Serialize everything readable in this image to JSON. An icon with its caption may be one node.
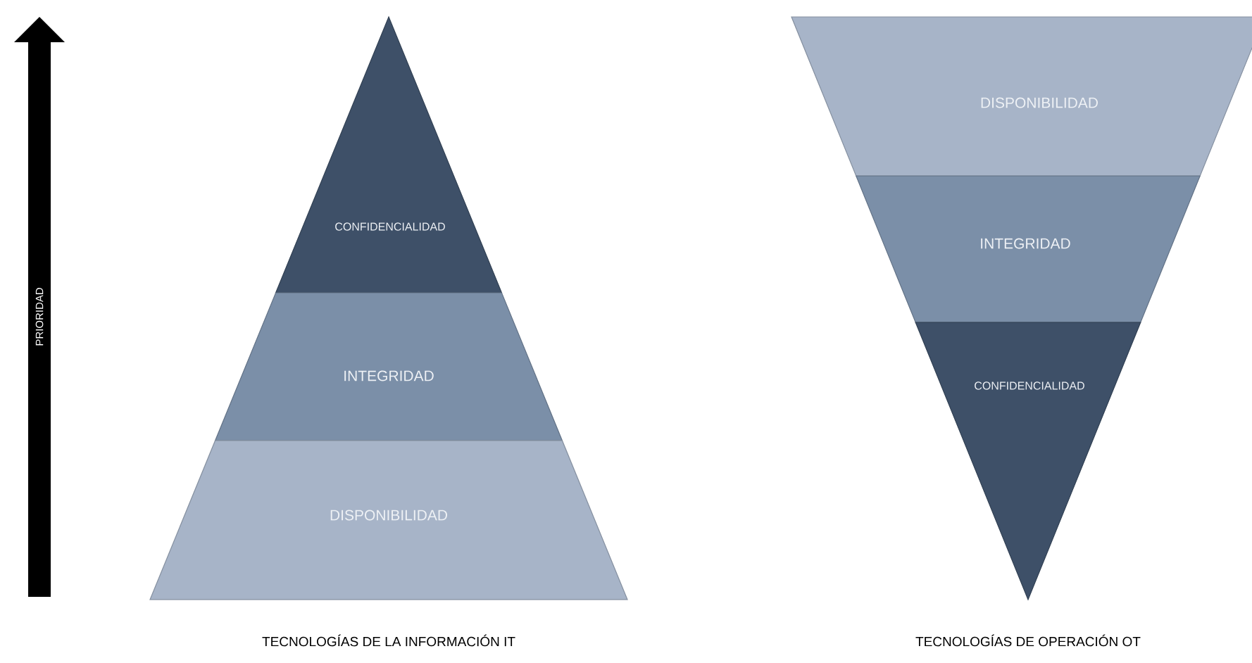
{
  "diagram": {
    "nodes": [
      {
        "text": [
          "CONFIDENCIALIDAD"
        ]
      },
      {
        "text": [
          "INTEGRIDAD"
        ]
      },
      {
        "text": [
          "DISPONIBILIDAD"
        ]
      },
      {
        "text": [
          "DISPONIBILIDAD"
        ]
      },
      {
        "text": [
          "INTEGRIDAD"
        ]
      },
      {
        "text": [
          "CONFIDENCIALIDAD"
        ]
      }
    ],
    "labels": [
      "PRIORIDAD",
      "TECNOLOGÍAS DE LA INFORMACIÓN IT",
      "TECNOLOGÍAS DE OPERACIÓN OT"
    ]
  }
}
